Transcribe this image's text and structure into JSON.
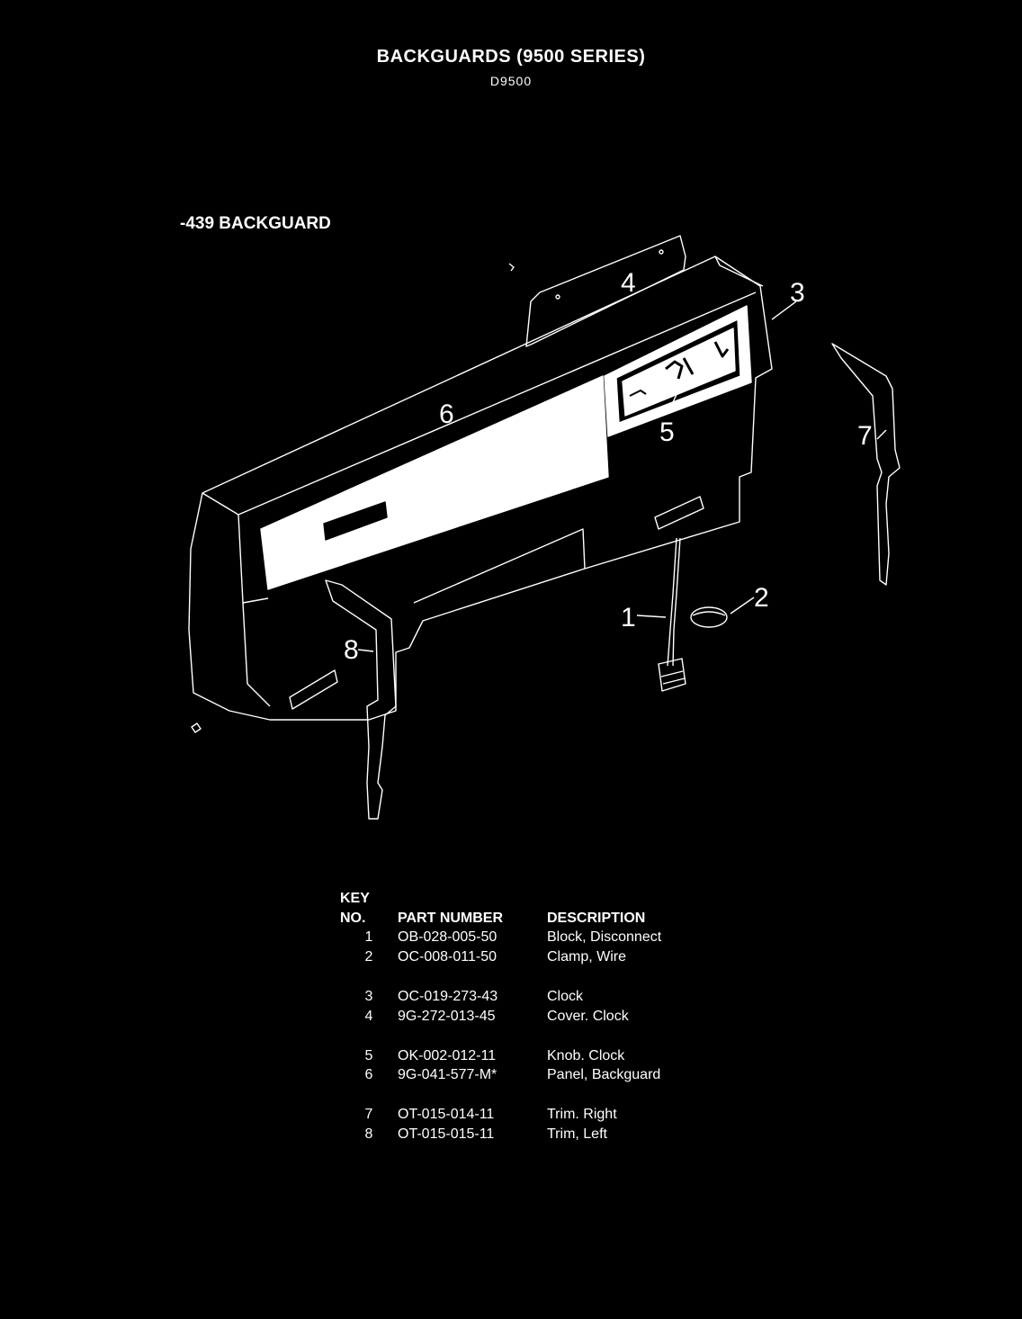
{
  "header": {
    "title": "BACKGUARDS (9500 SERIES)",
    "subtitle": "D9500"
  },
  "section_title": "-439 BACKGUARD",
  "diagram": {
    "callouts": [
      "1",
      "2",
      "3",
      "4",
      "5",
      "6",
      "7",
      "8"
    ]
  },
  "parts_table": {
    "headers": {
      "key_top": "KEY",
      "key": "NO.",
      "part": "PART NUMBER",
      "desc": "DESCRIPTION"
    },
    "groups": [
      [
        {
          "key": "1",
          "part": "OB-028-005-50",
          "desc": "Block, Disconnect"
        },
        {
          "key": "2",
          "part": "OC-008-011-50",
          "desc": "Clamp, Wire"
        }
      ],
      [
        {
          "key": "3",
          "part": "OC-019-273-43",
          "desc": "Clock"
        },
        {
          "key": "4",
          "part": "9G-272-013-45",
          "desc": "Cover. Clock"
        }
      ],
      [
        {
          "key": "5",
          "part": "OK-002-012-11",
          "desc": "Knob. Clock"
        },
        {
          "key": "6",
          "part": "9G-041-577-M*",
          "desc": "Panel, Backguard"
        }
      ],
      [
        {
          "key": "7",
          "part": "OT-015-014-11",
          "desc": "Trim. Right"
        },
        {
          "key": "8",
          "part": "OT-015-015-11",
          "desc": "Trim, Left"
        }
      ]
    ]
  }
}
